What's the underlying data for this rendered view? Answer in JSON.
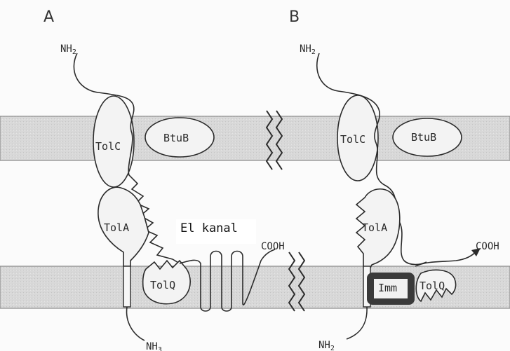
{
  "panels": {
    "a": {
      "letter": "A",
      "nh2_top": "NH",
      "nh2_top_sub": "2",
      "nh3_bottom": "NH",
      "nh3_bottom_sub": "3",
      "tolc": "TolC",
      "btub": "BtuB",
      "tola": "TolA",
      "tolq": "TolQ",
      "cooh": "COOH",
      "channel_label": "El kanal"
    },
    "b": {
      "letter": "B",
      "nh2_top": "NH",
      "nh2_top_sub": "2",
      "nh2_bottom": "NH",
      "nh2_bottom_sub": "2",
      "tolc": "TolC",
      "btub": "BtuB",
      "tola": "TolA",
      "imm": "Imm",
      "tolq": "TolQ",
      "cooh": "COOH"
    }
  },
  "colors": {
    "membrane": "#d6d6d6",
    "membrane_edge": "#8a8a8a",
    "line": "#2b2b2b",
    "imm_border": "#3a3a3a"
  }
}
